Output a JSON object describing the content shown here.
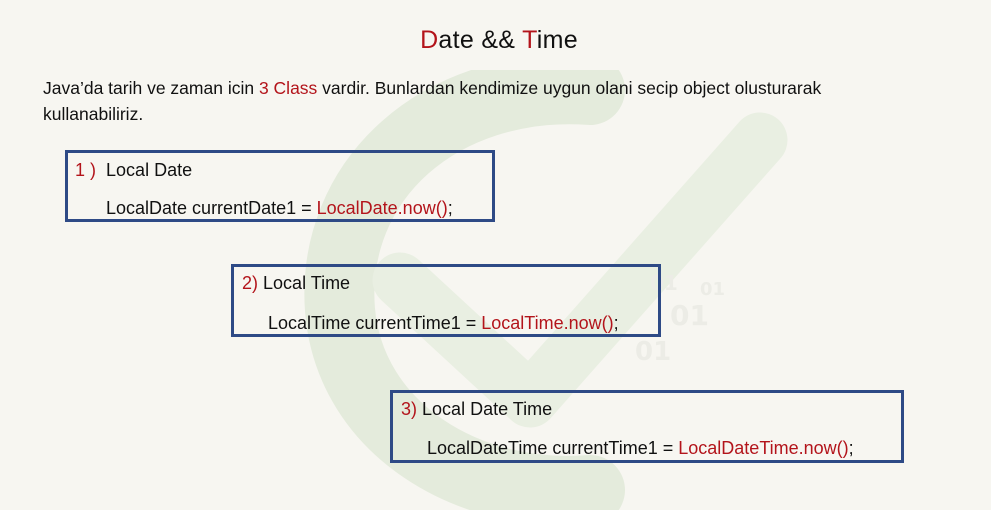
{
  "title": {
    "d": "D",
    "part1": "ate && ",
    "t": "T",
    "part2": "ime"
  },
  "intro": {
    "before": "Java’da tarih ve zaman icin ",
    "highlight": "3 Class",
    "after": " vardir. Bunlardan kendimize uygun olani secip object olusturarak kullanabiliriz."
  },
  "boxes": [
    {
      "number": "1 )",
      "label": "Local Date",
      "code_prefix": "LocalDate currentDate1 = ",
      "code_call": "LocalDate.now()",
      "code_suffix": ";"
    },
    {
      "number": "2)",
      "label": "Local Time",
      "code_prefix": "LocalTime currentTime1 = ",
      "code_call": "LocalTime.now()",
      "code_suffix": ";"
    },
    {
      "number": "3)",
      "label": "Local Date Time",
      "code_prefix": "LocalDateTime currentTime1 = ",
      "code_call": "LocalDateTime.now()",
      "code_suffix": ";"
    }
  ],
  "colors": {
    "accent": "#b3141b",
    "box_border": "#2e4a86",
    "background": "#f7f6f1"
  },
  "watermark_icon": "check-logo-icon"
}
